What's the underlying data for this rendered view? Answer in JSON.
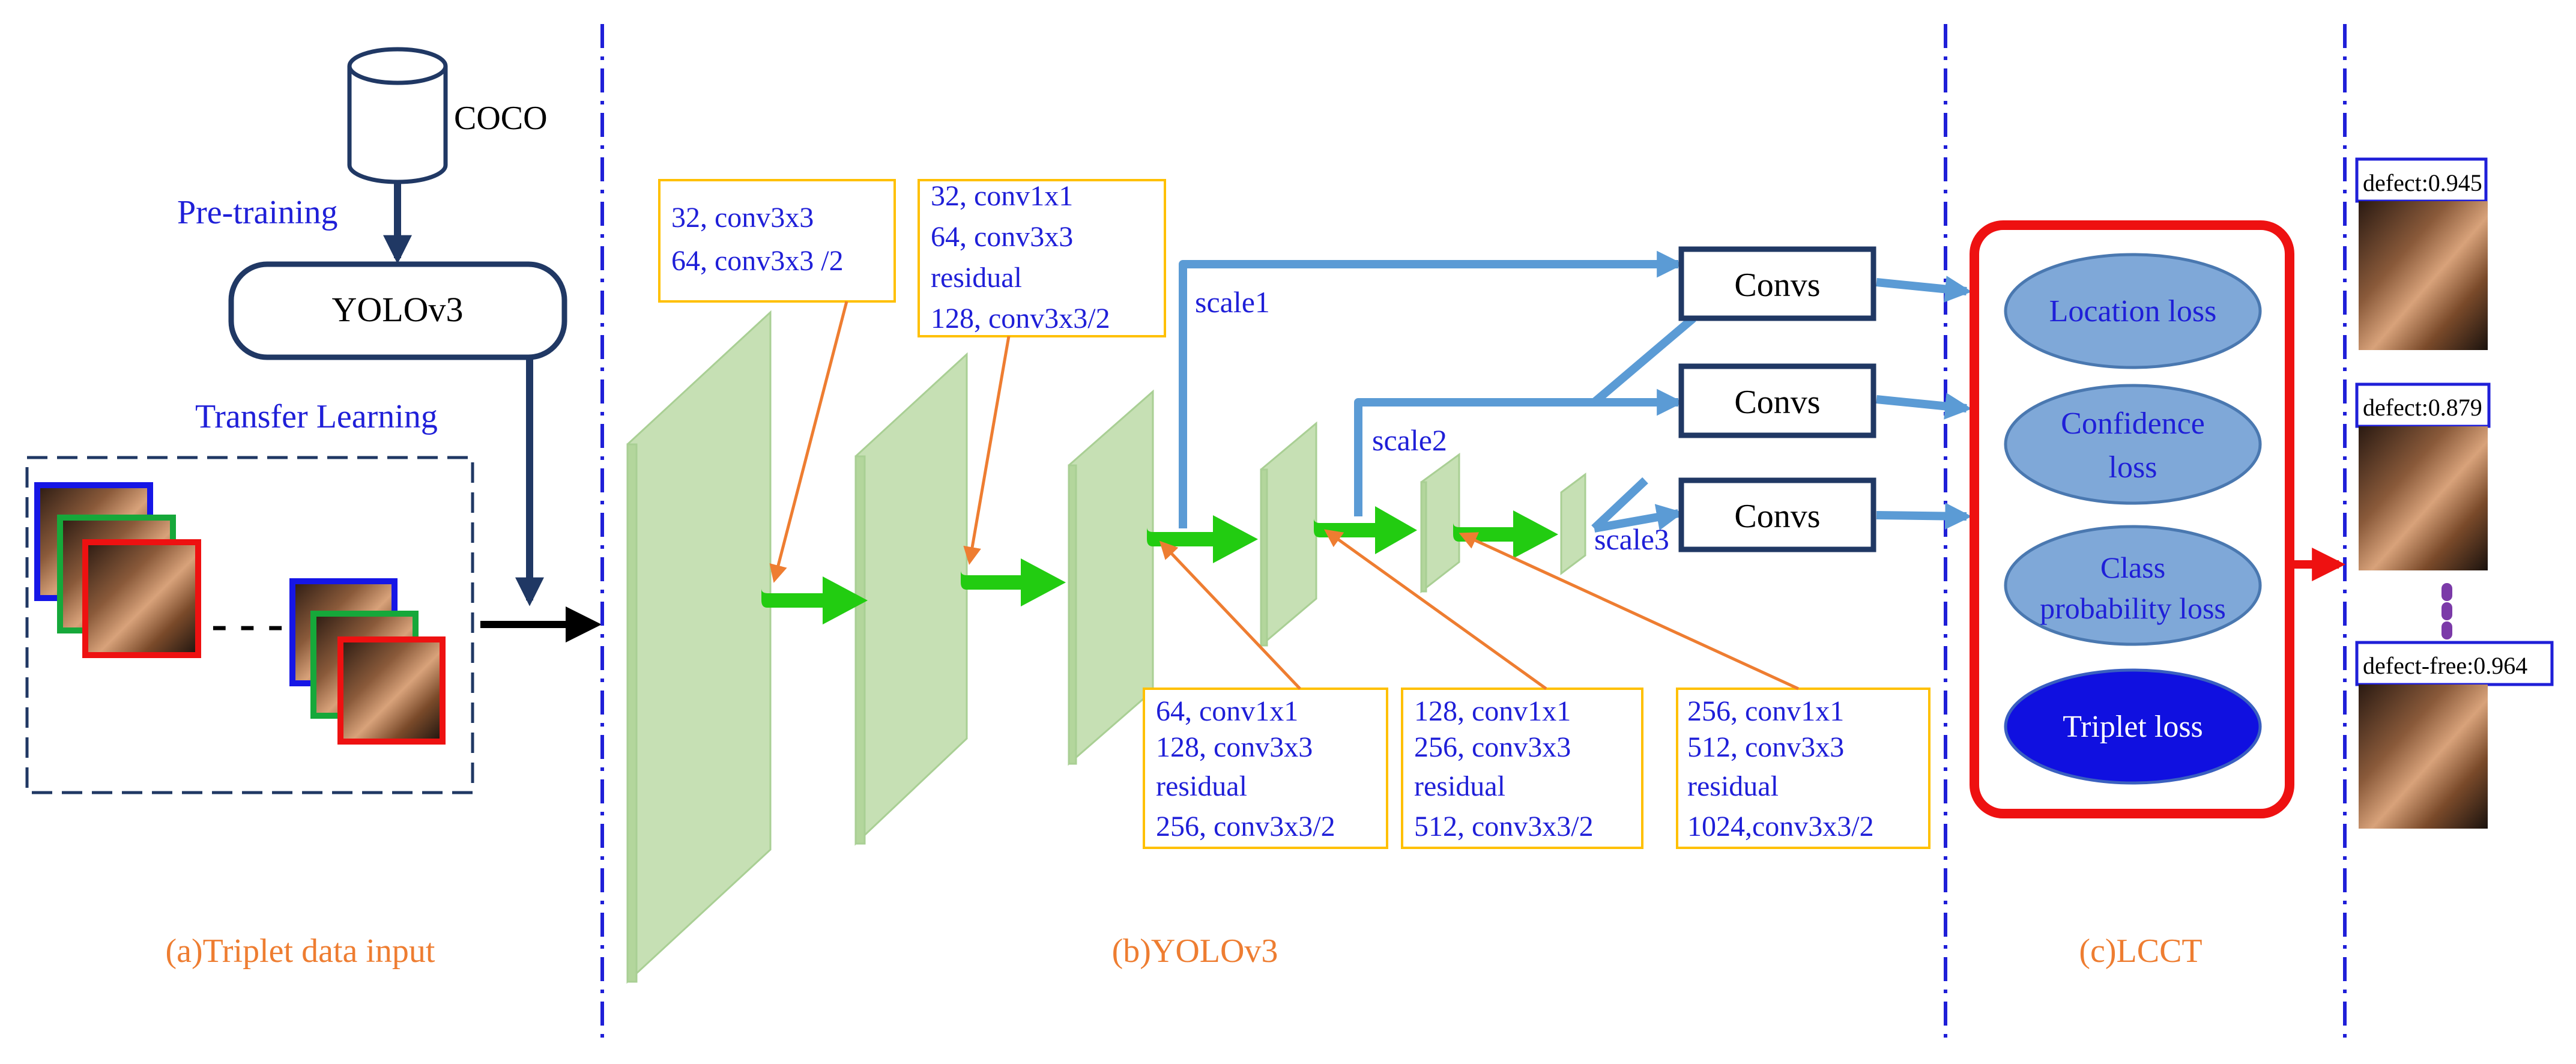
{
  "input_section": {
    "dataset_label": "COCO",
    "pretraining_label": "Pre-training",
    "model_label": "YOLOv3",
    "transfer_label": "Transfer Learning",
    "dots": "- - -",
    "caption": "(a)Triplet data input"
  },
  "backbone_section": {
    "caption": "(b)YOLOv3",
    "note_boxes": [
      {
        "lines": [
          "32, conv3x3",
          "64, conv3x3 /2"
        ]
      },
      {
        "lines": [
          "32, conv1x1",
          "64, conv3x3",
          "residual",
          "128, conv3x3/2"
        ]
      },
      {
        "lines": [
          "64, conv1x1",
          "128, conv3x3",
          "residual",
          "256, conv3x3/2"
        ]
      },
      {
        "lines": [
          "128, conv1x1",
          "256, conv3x3",
          "residual",
          "512, conv3x3/2"
        ]
      },
      {
        "lines": [
          "256, conv1x1",
          "512, conv3x3",
          "residual",
          "1024,conv3x3/2"
        ]
      }
    ],
    "scale_labels": [
      "scale1",
      "scale2",
      "scale3"
    ],
    "convs_boxes": [
      "Convs",
      "Convs",
      "Convs"
    ]
  },
  "lcct_section": {
    "caption": "(c)LCCT",
    "losses": [
      {
        "lines": [
          "Location loss"
        ]
      },
      {
        "lines": [
          "Confidence",
          "loss"
        ]
      },
      {
        "lines": [
          "Class",
          "probability  loss"
        ]
      },
      {
        "lines": [
          "Triplet loss"
        ]
      }
    ]
  },
  "output_section": {
    "detections": [
      "defect:0.945",
      "defect:0.879",
      "defect-free:0.964"
    ]
  },
  "colors": {
    "navy": "#203864",
    "blue_text": "#1f1fd8",
    "orange": "#ee7d31",
    "green_arrow": "#22cc11",
    "layer_fill": "#c6e0b4",
    "sky_arrow": "#5b9bd5",
    "ellipse_fill": "#7fa8d8",
    "triplet_fill": "#1010e0",
    "lcct_border": "#ee1111",
    "note_border": "#ffc000"
  }
}
